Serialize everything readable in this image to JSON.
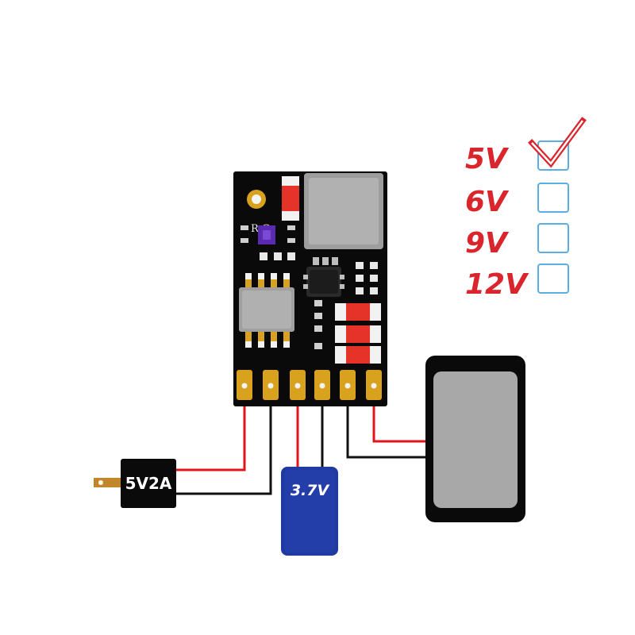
{
  "board": {
    "silkscreen": "R G"
  },
  "adapter": {
    "label": "5V2A"
  },
  "battery": {
    "label": "3.7V"
  },
  "voltage_options": [
    {
      "label": "5V",
      "checked": true
    },
    {
      "label": "6V",
      "checked": false
    },
    {
      "label": "9V",
      "checked": false
    },
    {
      "label": "12V",
      "checked": false
    }
  ],
  "colors": {
    "accent_red": "#d9252b",
    "board": "#0a0a0a",
    "pad_gold": "#d9a21e",
    "battery_blue": "#1f3aa0",
    "checkbox_blue": "#5aaee0",
    "wire_red": "#e1141b",
    "wire_black": "#111111",
    "chip_gray": "#a7a7a7"
  }
}
